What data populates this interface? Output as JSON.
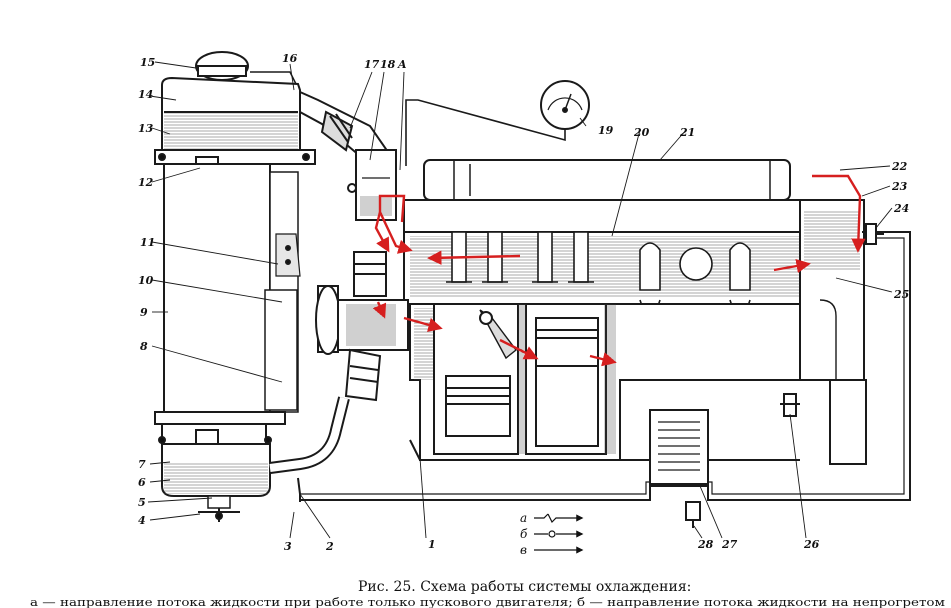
{
  "figure": {
    "callouts": [
      "1",
      "2",
      "3",
      "4",
      "5",
      "6",
      "7",
      "8",
      "9",
      "10",
      "11",
      "12",
      "13",
      "14",
      "15",
      "16",
      "17",
      "18",
      "A",
      "19",
      "20",
      "21",
      "22",
      "23",
      "24",
      "25",
      "26",
      "27",
      "28"
    ],
    "legend": {
      "a": "а",
      "b": "б",
      "v": "в"
    },
    "caption": {
      "title": "Рис. 25. Схема работы системы охлаждения:",
      "line1": "а — направление потока жидкости при работе только пускового двигателя; б — направление потока жидкости на непрогретом"
    }
  },
  "colors": {
    "ink": "#1a1a1a",
    "flow": "#d61f1f",
    "coolant_hatch": "#3a3a3a",
    "paper": "#ffffff"
  }
}
